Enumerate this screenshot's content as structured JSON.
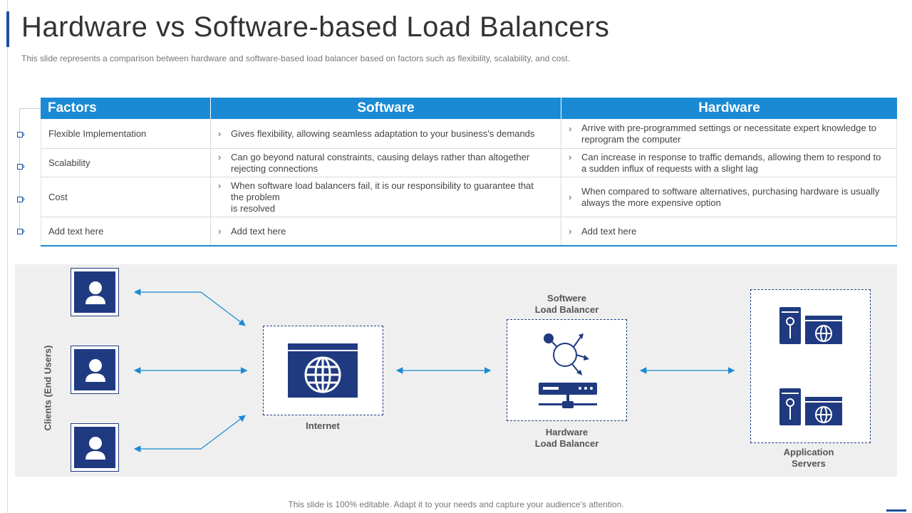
{
  "slide": {
    "title": "Hardware vs Software-based Load Balancers",
    "subtitle": "This slide represents a comparison between hardware and software-based load balancer based on factors such as flexibility, scalability, and cost.",
    "footer": "This slide is 100% editable. Adapt it to your needs and capture your audience's attention."
  },
  "table": {
    "headers": [
      "Factors",
      "Software",
      "Hardware"
    ],
    "bullet": "›",
    "rows": [
      {
        "factor": "Flexible Implementation",
        "software": "Gives flexibility, allowing seamless adaptation to your business's demands",
        "hardware": "Arrive with pre-programmed  settings or necessitate expert knowledge to reprogram  the computer"
      },
      {
        "factor": "Scalability",
        "software": "Can go beyond natural constraints, causing delays rather than altogether rejecting connections",
        "hardware": "Can increase in response to traffic demands, allowing them to respond to a sudden influx of requests with a slight lag"
      },
      {
        "factor": "Cost",
        "software": "When software load balancers fail, it is our responsibility to guarantee that the problem\nis resolved",
        "hardware": "When compared to software alternatives, purchasing hardware  is usually always the more expensive  option"
      },
      {
        "factor": "Add text here",
        "software": "Add text here",
        "hardware": "Add text here"
      }
    ]
  },
  "diagram": {
    "clients_label": "Clients (End Users)",
    "internet_label": "Internet",
    "software_lb_label": "Softwere\nLoad Balancer",
    "hardware_lb_label": "Hardware\nLoad Balancer",
    "app_servers_label": "Application\nServers",
    "colors": {
      "navy": "#1f3a80",
      "arrow": "#1a8ad4",
      "header": "#1a8ad4"
    }
  }
}
